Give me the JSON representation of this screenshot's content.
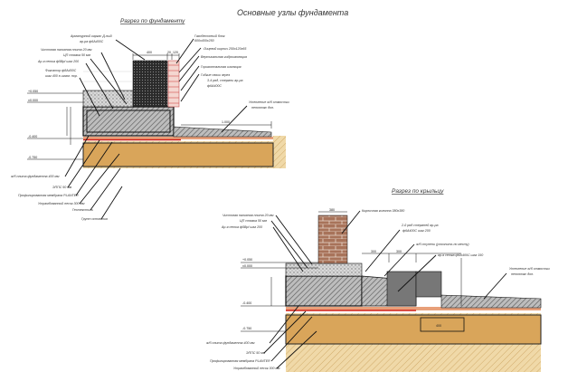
{
  "title": "Основные узлы фундамента",
  "section1": {
    "title": "Разрез по фундаменту",
    "labels_left": [
      "Арматурный каркас Д-ный",
      "ар-ра ф6А400С",
      "Чистовая наливная плита 20 мм",
      "ЦП стяжка 50 мм",
      "Ар-я сетка ф5ВрI шаг 200",
      "Фиксатор ф8А400С",
      "шаг 400 в шахм. пор."
    ],
    "labels_right": [
      "Газобетонный блок",
      "600х400х250",
      "Лицевой кирпич 250х120х65",
      "Вертикальная гидроизоляция",
      "Горизонтальная изоляция",
      "Гибкие связи через",
      "3-4 ряд, стержни ар-ра",
      "ф6А400С"
    ],
    "labels_paving": [
      "Утепление ж/б отмостки",
      "пеноплэкс доп."
    ],
    "labels_bottom": [
      "ж/б плита фундамента 400 мм",
      "ЭППС 50 мм",
      "Профилированная мембрана PLANTER",
      "Утрамбованный песок 300 мм",
      "Геотекстиль",
      "Грунт основания"
    ],
    "dims": {
      "d400": "400",
      "d20": "20",
      "d120": "120",
      "lvl_top": "+0.050",
      "lvl_zero": "±0.000",
      "lvl_m400": "-0.400",
      "lvl_m750": "-0.750",
      "paving": "1.000"
    }
  },
  "section2": {
    "title": "Разрез по крыльцу",
    "labels_left": [
      "Чистовая наливная плита 20 мм",
      "ЦП стяжка 50 мм",
      "Ар-я сетка ф5ВрI шаг 200"
    ],
    "labels_right": [
      "Кирпичная колонна 380х380",
      "2-й ряд стержней ар-ра",
      "ф6А400С шаг 200",
      "ж/б ступени (уточнить по месту)",
      "ар-я сетка ф6А400С шаг 150"
    ],
    "labels_paving": [
      "Утепление ж/б отмостки",
      "пеноплэкс доп."
    ],
    "labels_bottom": [
      "ж/б плита фундамента 400 мм",
      "ЭППС 50 мм",
      "Профилированная мембрана PLANTER",
      "Утрамбованный песок 300 мм"
    ],
    "dims": {
      "col": "380",
      "s1": "300",
      "s2": "300",
      "lvl_top": "+0.050",
      "lvl_zero": "±0.000",
      "lvl_m400": "-0.400",
      "lvl_m750": "-0.750",
      "box": "400"
    }
  }
}
